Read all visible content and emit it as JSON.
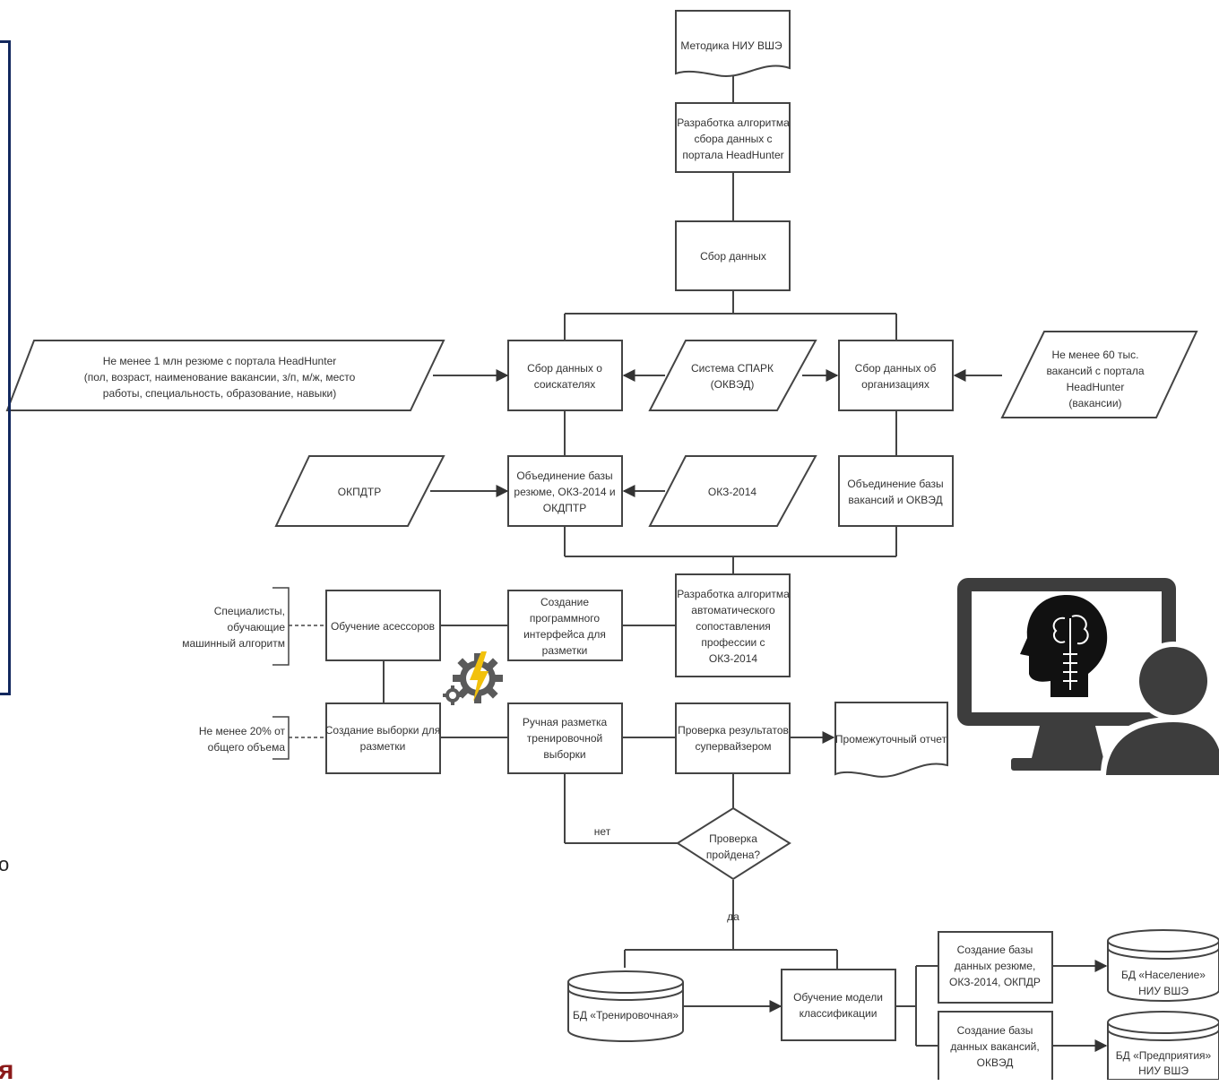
{
  "diagram": {
    "nodes": {
      "metodika": "Методика НИУ ВШЭ",
      "razrabotka_algoritma_sbora": [
        "Разработка алгоритма",
        "сбора данных с",
        "портала HeadHunter"
      ],
      "sbor_dannyh": "Сбор данных",
      "rezume_input": [
        "Не менее 1 млн резюме с портала HeadHunter",
        "(пол, возраст, наименование вакансии, з/п, м/ж, место",
        "работы, специальность, образование, навыки)"
      ],
      "sbor_soiskateli": [
        "Сбор данных о",
        "соискателях"
      ],
      "spark": [
        "Система СПАРК",
        "(ОКВЭД)"
      ],
      "sbor_organizacii": [
        "Сбор данных об",
        "организациях"
      ],
      "vakansii_input": [
        "Не менее 60 тыс.",
        "вакансий с портала",
        "HeadHunter",
        "(вакансии)"
      ],
      "okpdtr": "ОКПДТР",
      "obyedinenie_rezume": [
        "Объединение базы",
        "резюме, ОКЗ-2014 и",
        "ОКДПТР"
      ],
      "okz2014": "ОКЗ-2014",
      "obyedinenie_vakansii": [
        "Объединение базы",
        "вакансий и ОКВЭД"
      ],
      "specialisty": [
        "Специалисты,",
        "обучающие",
        "машинный алгоритм"
      ],
      "obuchenie_asessorov": "Обучение асессоров",
      "sozdanie_interfeisa": [
        "Создание",
        "программного",
        "интерфейса для",
        "разметки"
      ],
      "razrabotka_sopostavleniya": [
        "Разработка алгоритма",
        "автоматического",
        "сопоставления",
        "профессии с",
        "ОКЗ-2014"
      ],
      "ne_menee_20": [
        "Не менее 20% от",
        "общего объема"
      ],
      "sozdanie_vyborki": [
        "Создание выборки для",
        "разметки"
      ],
      "ruchnaya_razmetka": [
        "Ручная разметка",
        "тренировочной",
        "выборки"
      ],
      "proverka_supervaizer": [
        "Проверка результатов",
        "супервайзером"
      ],
      "promezhutochny_otchet": "Промежуточный отчет",
      "proverka_proidena": [
        "Проверка",
        "пройдена?"
      ],
      "label_net": "нет",
      "label_da": "да",
      "bd_trenirovochnaya": "БД «Тренировочная»",
      "obuchenie_modeli": [
        "Обучение модели",
        "классификации"
      ],
      "sozdanie_bazy_rezume": [
        "Создание базы",
        "данных резюме,",
        "ОКЗ-2014, ОКПДР"
      ],
      "sozdanie_bazy_vakansii": [
        "Создание базы",
        "данных вакансий,",
        "ОКВЭД"
      ],
      "bd_naselenie": [
        "БД «Население»",
        "НИУ ВШЭ"
      ],
      "bd_predpriyatiya": [
        "БД «Предприятия»",
        "НИУ ВШЭ"
      ]
    }
  },
  "edge_fragments": {
    "left_char": "о",
    "bottom_char": "я"
  },
  "colors": {
    "line": "#444444",
    "frame": "#12285e",
    "red_text": "#8b1a1a",
    "monitor": "#3d3d3d",
    "gear_yellow": "#f2c10c"
  },
  "icons": [
    "gear-bolt-icon",
    "monitor-person-icon",
    "brain-head-icon",
    "person-icon"
  ]
}
